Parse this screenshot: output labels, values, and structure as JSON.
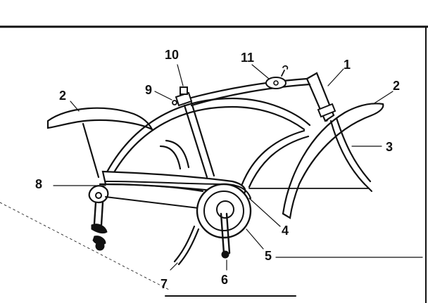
{
  "callouts": {
    "c1": "1",
    "c2_rear": "2",
    "c2_front": "2",
    "c3": "3",
    "c4": "4",
    "c5": "5",
    "c6": "6",
    "c7": "7",
    "c8": "8",
    "c9": "9",
    "c10": "10",
    "c11": "11"
  },
  "colors": {
    "ink": "#111111",
    "paper": "#ffffff"
  }
}
